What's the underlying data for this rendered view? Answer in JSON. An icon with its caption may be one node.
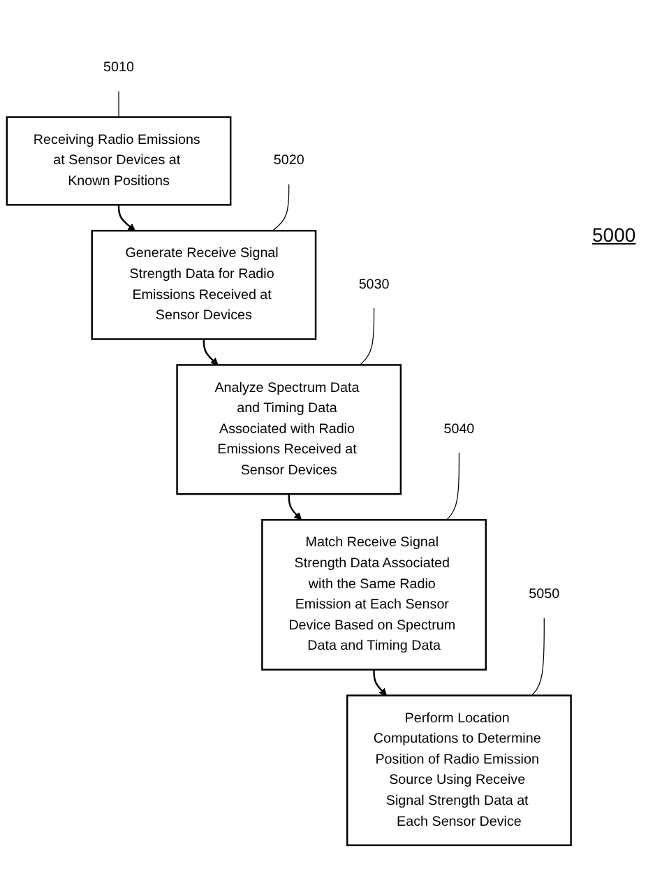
{
  "diagram": {
    "nodes": [
      {
        "text": [
          "Receiving Radio Emissions at Sensor Devices at Known Positions"
        ]
      },
      {
        "text": [
          "Generate Receive Signal Strength Data for Radio Emissions Received at Sensor Devices"
        ]
      },
      {
        "text": [
          "Analyze Spectrum Data and Timing Data Associated with Radio Emissions Received at Sensor Devices"
        ]
      },
      {
        "text": [
          "Match Receive Signal Strength Data Associated with the Same Radio Emission at Each Sensor Device Based on Spectrum Data and Timing Data"
        ]
      },
      {
        "text": [
          "Perform Location Computations to Determine Position of Radio Emission Source Using Receive Signal Strength Data at Each Sensor Device"
        ]
      },
      {
        "text": [
          "5010"
        ]
      },
      {
        "text": [
          "5020"
        ]
      },
      {
        "text": [
          "5030"
        ]
      },
      {
        "text": [
          "5040"
        ]
      },
      {
        "text": [
          "5050"
        ]
      }
    ],
    "edges": [
      {
        "from": 0,
        "to": 1,
        "arrow": "to"
      },
      {
        "from": 1,
        "to": 2,
        "arrow": "to"
      },
      {
        "from": 2,
        "to": 3,
        "arrow": "to"
      },
      {
        "from": 3,
        "to": 4,
        "arrow": "to"
      },
      {
        "from": 5,
        "to": 0,
        "arrow": "none"
      },
      {
        "from": 6,
        "to": 1,
        "arrow": "none"
      },
      {
        "from": 7,
        "to": 2,
        "arrow": "none"
      },
      {
        "from": 8,
        "to": 3,
        "arrow": "none"
      },
      {
        "from": 9,
        "to": 4,
        "arrow": "none"
      }
    ],
    "labels": [
      "5000"
    ]
  }
}
